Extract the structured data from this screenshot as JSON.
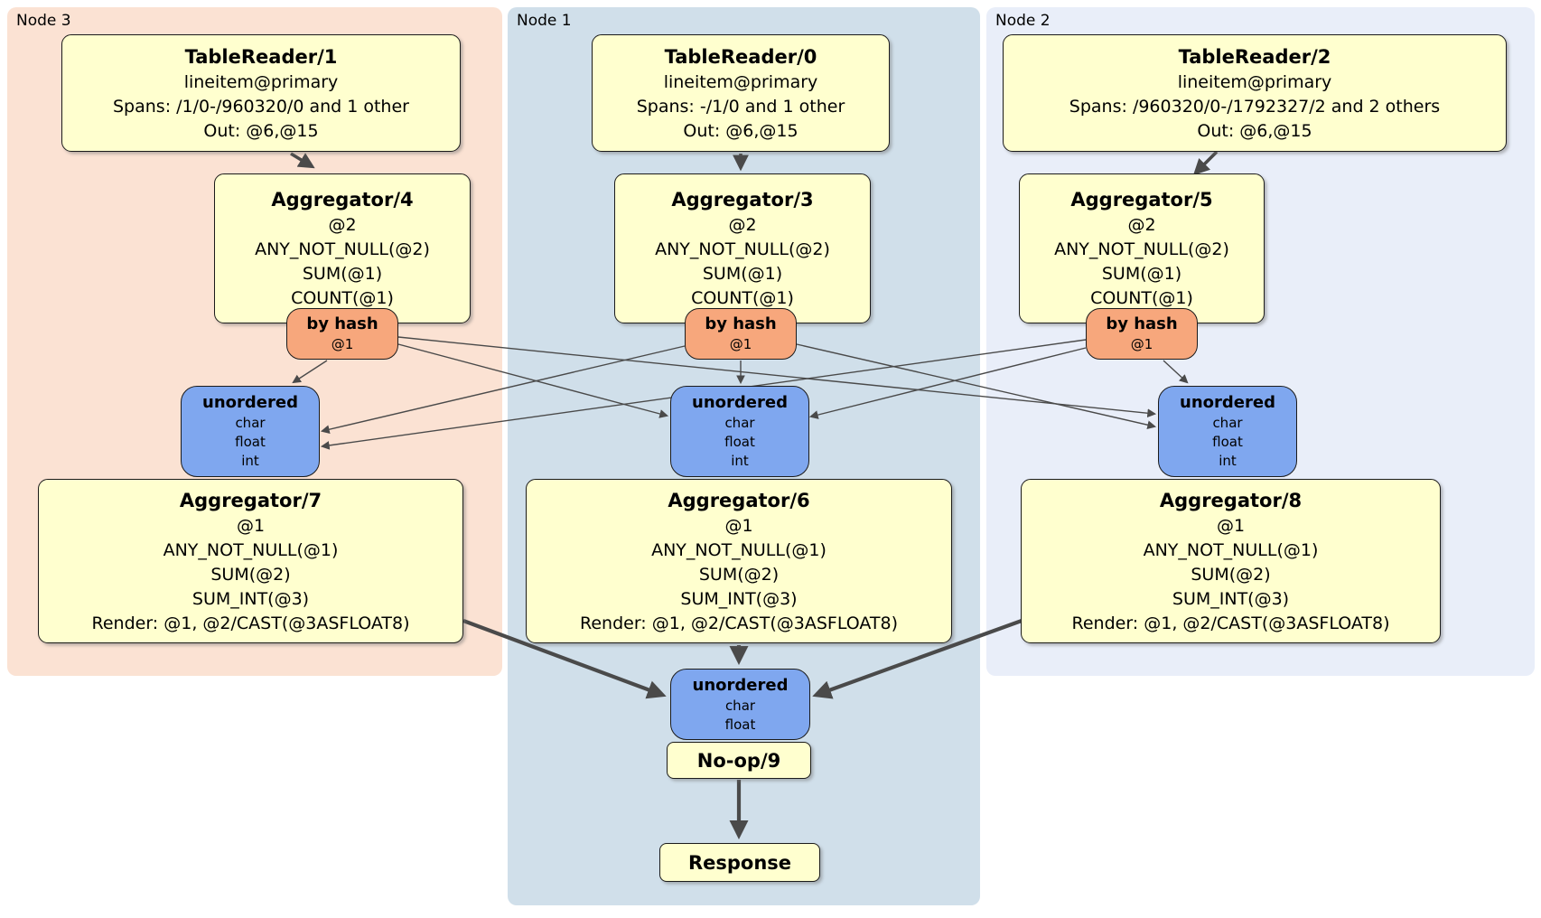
{
  "colors": {
    "node3_panel": "#fbe2d3",
    "node1_panel": "#d0dfea",
    "node2_panel": "#e9eef9",
    "processor_fill": "#ffffcf",
    "router_fill": "#f7a77c",
    "sync_fill": "#7fa7ef",
    "edge_color": "#4a4a4a"
  },
  "panels": {
    "node3": "Node 3",
    "node1": "Node 1",
    "node2": "Node 2"
  },
  "node3": {
    "table_reader": {
      "title": "TableReader/1",
      "index": "lineitem@primary",
      "spans": "Spans: /1/0-/960320/0 and 1 other",
      "out": "Out: @6,@15"
    },
    "aggregator": {
      "title": "Aggregator/4",
      "group_key": "@2",
      "agg1": "ANY_NOT_NULL(@2)",
      "agg2": "SUM(@1)",
      "agg3": "COUNT(@1)"
    },
    "router": {
      "title": "by hash",
      "key": "@1"
    },
    "sync": {
      "title": "unordered",
      "stream1": "char",
      "stream2": "float",
      "stream3": "int"
    },
    "final_aggregator": {
      "title": "Aggregator/7",
      "group_key": "@1",
      "agg1": "ANY_NOT_NULL(@1)",
      "agg2": "SUM(@2)",
      "agg3": "SUM_INT(@3)",
      "render": "Render: @1, @2/CAST(@3ASFLOAT8)"
    }
  },
  "node1": {
    "table_reader": {
      "title": "TableReader/0",
      "index": "lineitem@primary",
      "spans": "Spans: -/1/0 and 1 other",
      "out": "Out: @6,@15"
    },
    "aggregator": {
      "title": "Aggregator/3",
      "group_key": "@2",
      "agg1": "ANY_NOT_NULL(@2)",
      "agg2": "SUM(@1)",
      "agg3": "COUNT(@1)"
    },
    "router": {
      "title": "by hash",
      "key": "@1"
    },
    "sync": {
      "title": "unordered",
      "stream1": "char",
      "stream2": "float",
      "stream3": "int"
    },
    "final_aggregator": {
      "title": "Aggregator/6",
      "group_key": "@1",
      "agg1": "ANY_NOT_NULL(@1)",
      "agg2": "SUM(@2)",
      "agg3": "SUM_INT(@3)",
      "render": "Render: @1, @2/CAST(@3ASFLOAT8)"
    },
    "final_sync": {
      "title": "unordered",
      "stream1": "char",
      "stream2": "float"
    },
    "noop": {
      "title": "No-op/9"
    },
    "response": {
      "title": "Response"
    }
  },
  "node2": {
    "table_reader": {
      "title": "TableReader/2",
      "index": "lineitem@primary",
      "spans": "Spans: /960320/0-/1792327/2 and 2 others",
      "out": "Out: @6,@15"
    },
    "aggregator": {
      "title": "Aggregator/5",
      "group_key": "@2",
      "agg1": "ANY_NOT_NULL(@2)",
      "agg2": "SUM(@1)",
      "agg3": "COUNT(@1)"
    },
    "router": {
      "title": "by hash",
      "key": "@1"
    },
    "sync": {
      "title": "unordered",
      "stream1": "char",
      "stream2": "float",
      "stream3": "int"
    },
    "final_aggregator": {
      "title": "Aggregator/8",
      "group_key": "@1",
      "agg1": "ANY_NOT_NULL(@1)",
      "agg2": "SUM(@2)",
      "agg3": "SUM_INT(@3)",
      "render": "Render: @1, @2/CAST(@3ASFLOAT8)"
    }
  }
}
